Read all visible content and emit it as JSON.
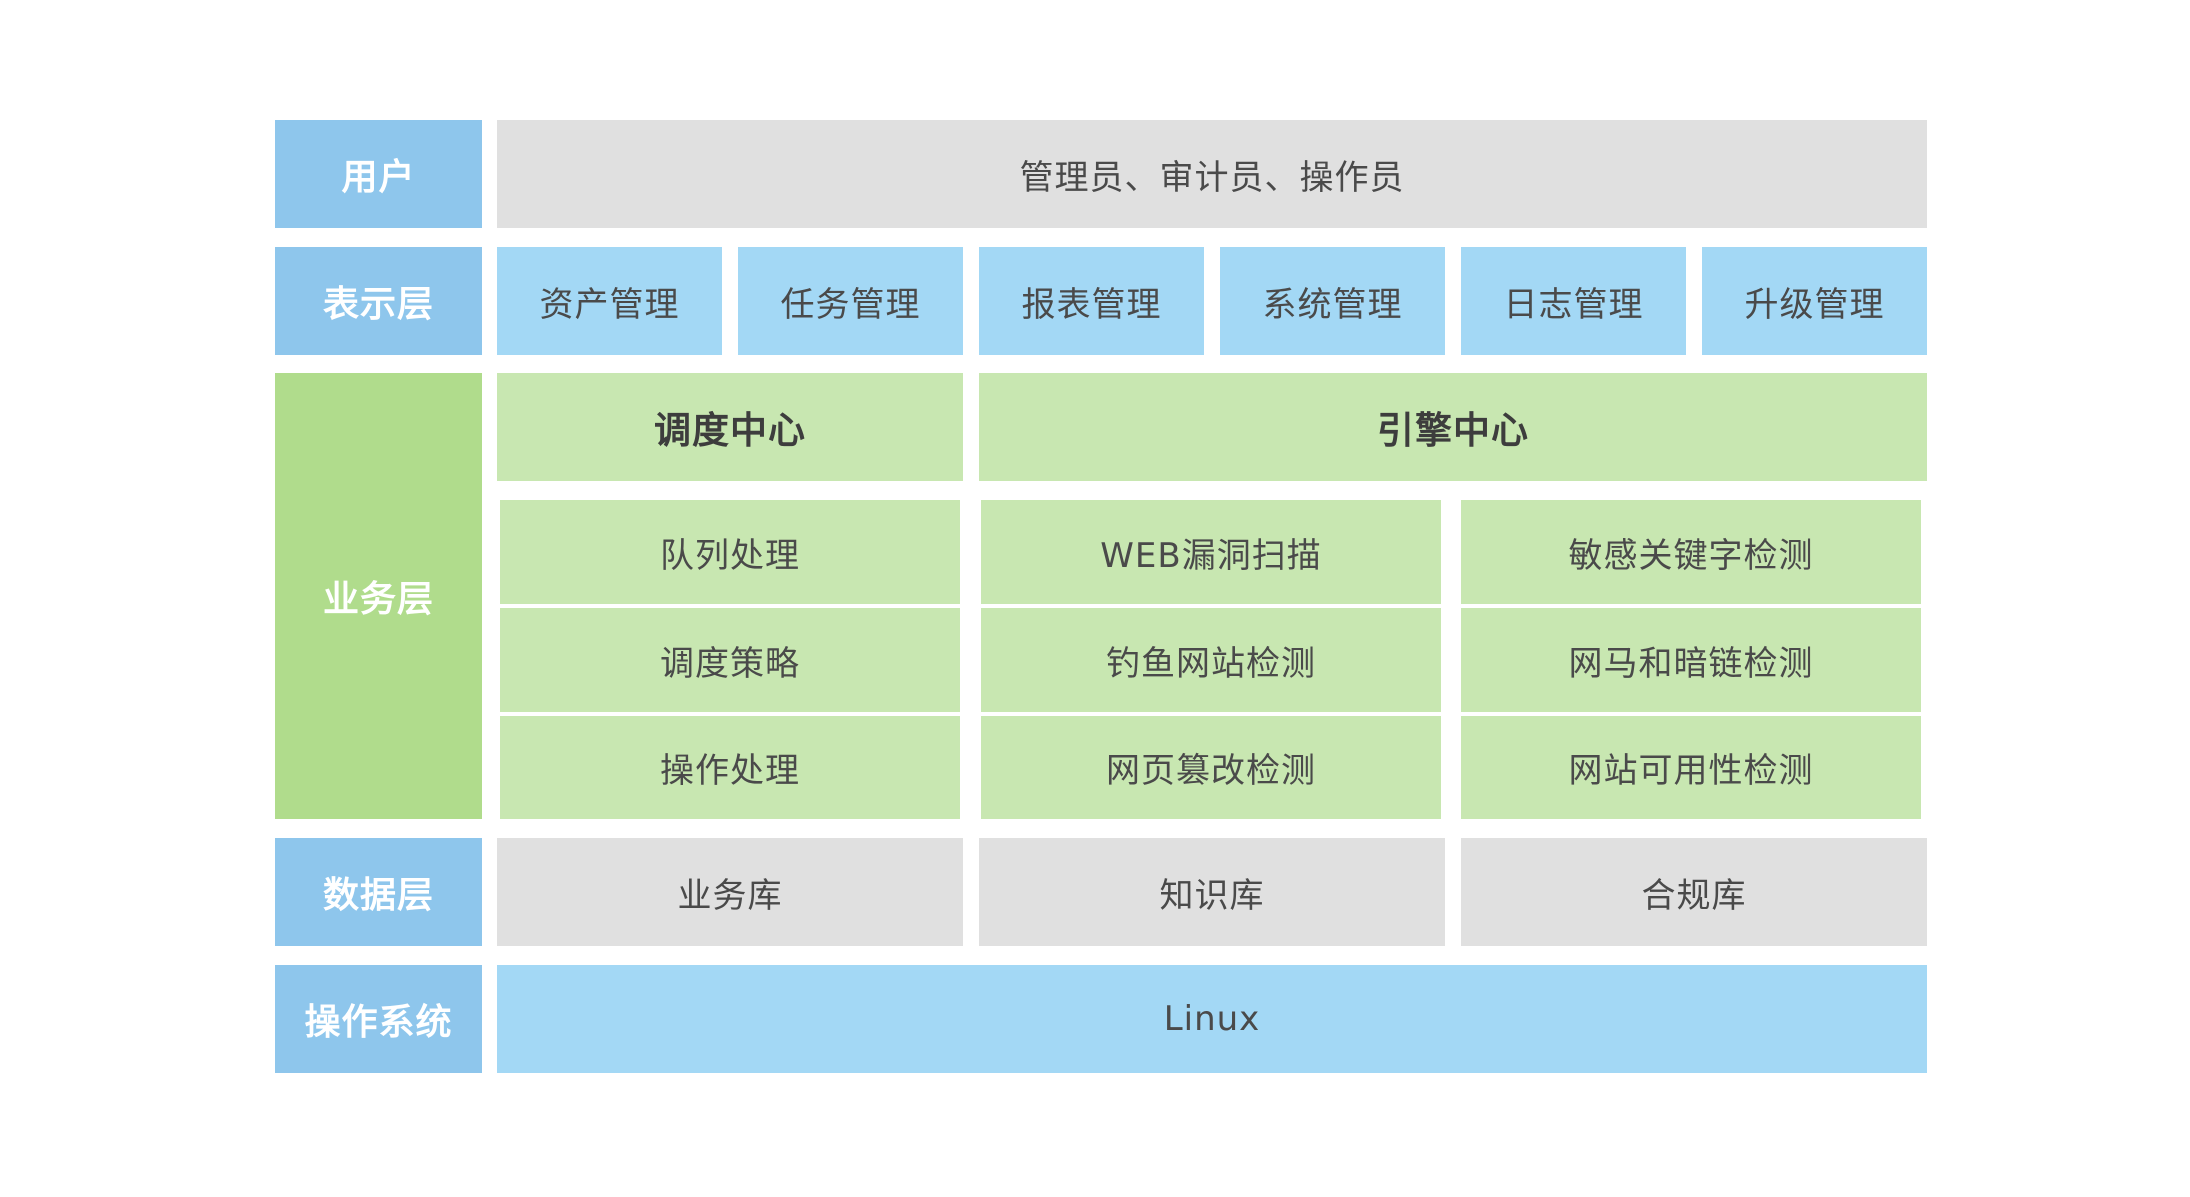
{
  "layers": {
    "user": {
      "label": "用户",
      "content": "管理员、审计员、操作员"
    },
    "presentation": {
      "label": "表示层",
      "items": [
        "资产管理",
        "任务管理",
        "报表管理",
        "系统管理",
        "日志管理",
        "升级管理"
      ]
    },
    "business": {
      "label": "业务层",
      "scheduling": {
        "title": "调度中心",
        "items": [
          "队列处理",
          "调度策略",
          "操作处理"
        ]
      },
      "engine": {
        "title": "引擎中心",
        "col1": [
          "WEB漏洞扫描",
          "钓鱼网站检测",
          "网页篡改检测"
        ],
        "col2": [
          "敏感关键字检测",
          "网马和暗链检测",
          "网站可用性检测"
        ]
      }
    },
    "data": {
      "label": "数据层",
      "items": [
        "业务库",
        "知识库",
        "合规库"
      ]
    },
    "os": {
      "label": "操作系统",
      "content": "Linux"
    }
  },
  "colors": {
    "label_blue": "#8ec6ec",
    "label_green": "#b0dc8c",
    "gray": "#e0e0e0",
    "light_blue": "#a3d8f5",
    "light_green": "#c8e7b1"
  }
}
